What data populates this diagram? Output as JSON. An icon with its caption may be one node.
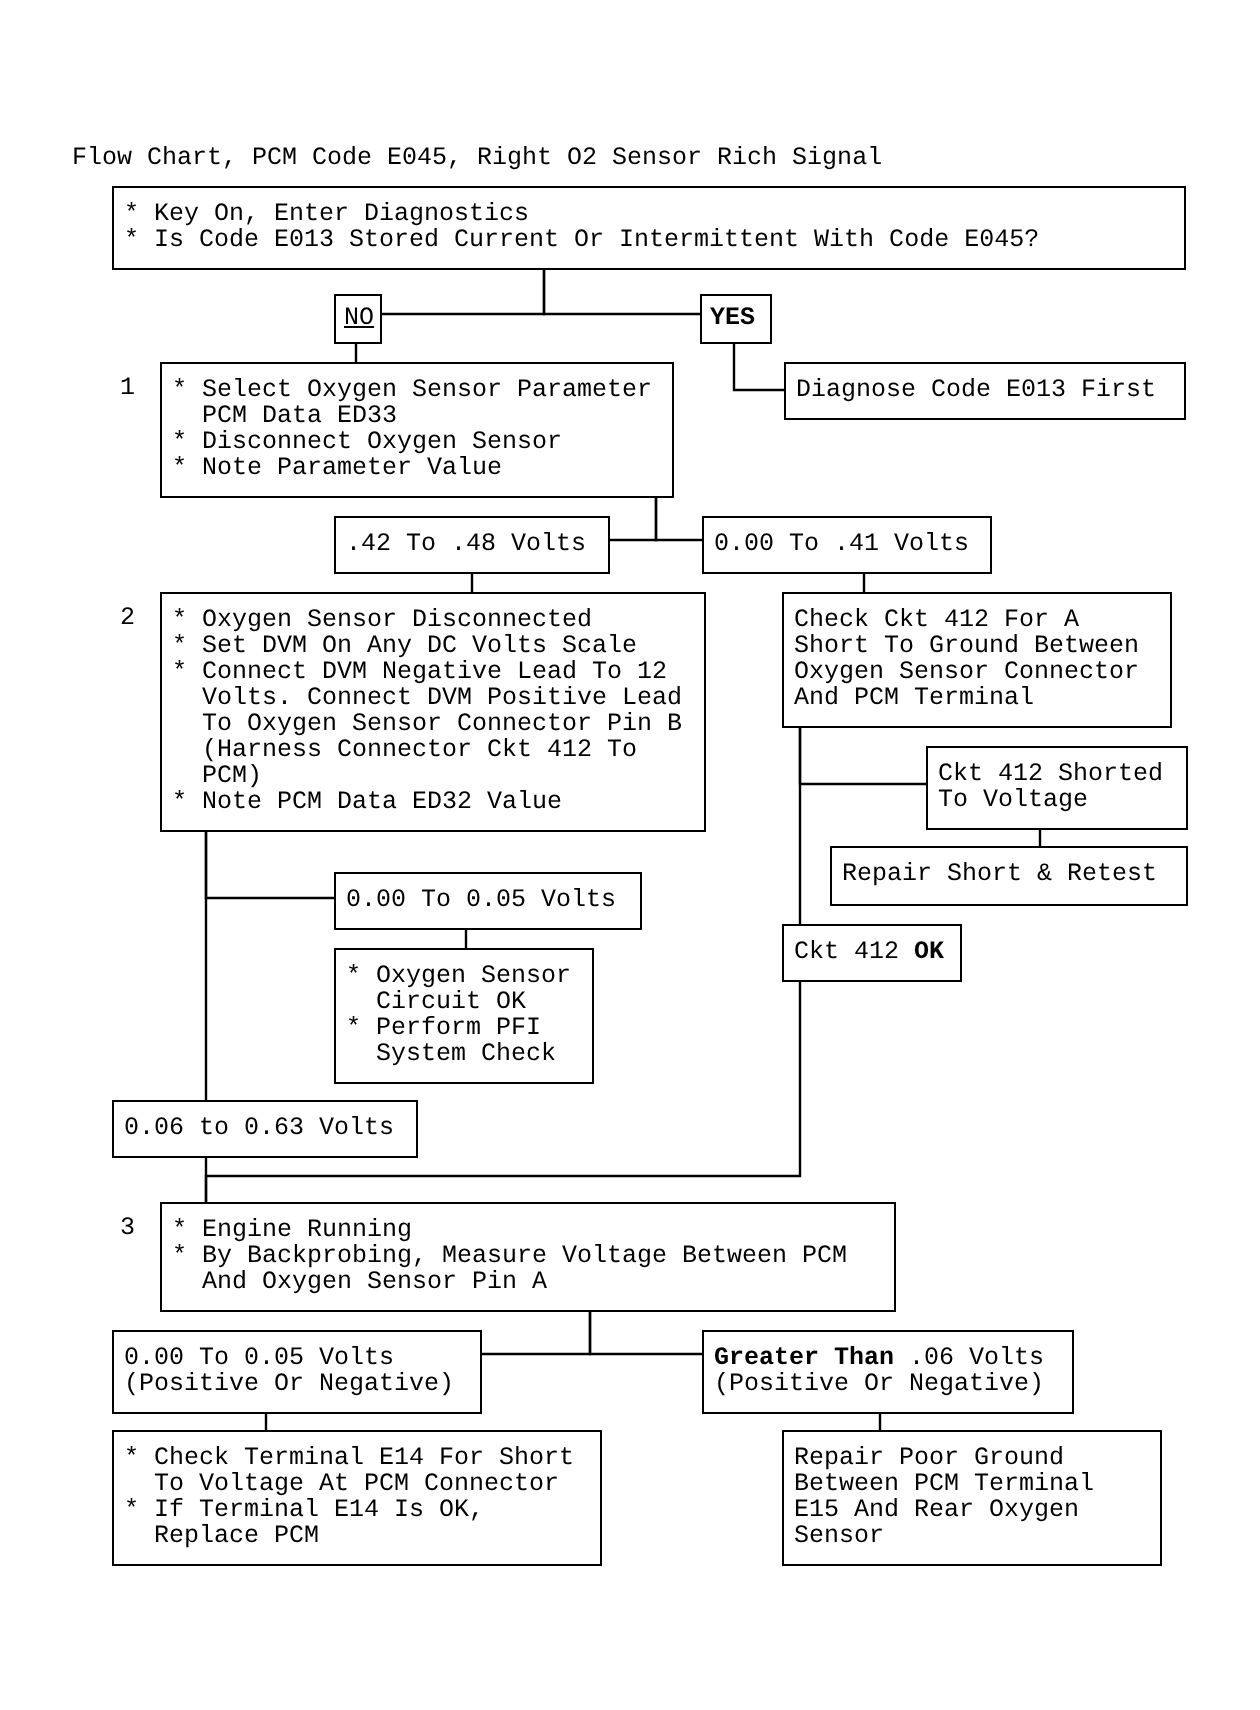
{
  "diagram": {
    "title": "Flow Chart, PCM Code E045, Right O2 Sensor Rich Signal",
    "nodes": [
      {
        "text": [
          "* Key On, Enter Diagnostics",
          "* Is Code E013 Stored Current Or Intermittent With Code E045?"
        ]
      },
      {
        "text": [
          "NO"
        ]
      },
      {
        "text": [
          "YES"
        ]
      },
      {
        "text": [
          "* Select Oxygen Sensor Parameter PCM Data ED33",
          "* Disconnect Oxygen Sensor",
          "* Note Parameter Value"
        ],
        "beside": [
          "1"
        ]
      },
      {
        "text": [
          "Diagnose Code E013 First"
        ]
      },
      {
        "text": [
          ".42 To .48 Volts"
        ]
      },
      {
        "text": [
          "0.00 To .41 Volts"
        ]
      },
      {
        "text": [
          "* Oxygen Sensor Disconnected",
          "* Set DVM On Any DC Volts Scale",
          "* Connect DVM Negative Lead To 12 Volts. Connect DVM Positive Lead To Oxygen Sensor Connector Pin B (Harness Connector Ckt 412 To PCM)",
          "* Note PCM Data ED32 Value"
        ],
        "beside": [
          "2"
        ]
      },
      {
        "text": [
          "Check Ckt 412 For A Short To Ground Between Oxygen Sensor Connector And PCM Terminal"
        ]
      },
      {
        "text": [
          "Ckt 412 Shorted To Voltage"
        ]
      },
      {
        "text": [
          "Repair Short & Retest"
        ]
      },
      {
        "text": [
          "0.00 To 0.05 Volts"
        ]
      },
      {
        "text": [
          "* Oxygen Sensor Circuit OK",
          "* Perform PFI System Check"
        ]
      },
      {
        "text": [
          "Ckt 412 **OK**"
        ]
      },
      {
        "text": [
          "0.06 to 0.63 Volts"
        ]
      },
      {
        "text": [
          "* Engine Running",
          "* By Backprobing, Measure Voltage Between PCM And Oxygen Sensor Pin A"
        ],
        "beside": [
          "3"
        ]
      },
      {
        "text": [
          "0.00 To 0.05 Volts (Positive Or Negative)"
        ]
      },
      {
        "text": [
          "**Greater Than** .06 Volts (Positive Or Negative)"
        ]
      },
      {
        "text": [
          "* Check Terminal E14 For Short To Voltage At PCM Connector",
          "* If Terminal E14 Is OK, Replace PCM"
        ]
      },
      {
        "text": [
          "Repair Poor Ground Between PCM Terminal E15 And Rear Oxygen Sensor"
        ]
      }
    ],
    "edges": [
      {
        "from": 0,
        "to": 1,
        "arrow": "none"
      },
      {
        "from": 0,
        "to": 2,
        "arrow": "none"
      },
      {
        "from": 1,
        "to": 3,
        "arrow": "none"
      },
      {
        "from": 2,
        "to": 4,
        "arrow": "none"
      },
      {
        "from": 3,
        "to": 5,
        "arrow": "none"
      },
      {
        "from": 3,
        "to": 6,
        "arrow": "none"
      },
      {
        "from": 5,
        "to": 7,
        "arrow": "none"
      },
      {
        "from": 6,
        "to": 8,
        "arrow": "none"
      },
      {
        "from": 8,
        "to": 9,
        "arrow": "none"
      },
      {
        "from": 8,
        "to": 13,
        "arrow": "none"
      },
      {
        "from": 9,
        "to": 10,
        "arrow": "none"
      },
      {
        "from": 7,
        "to": 11,
        "arrow": "none"
      },
      {
        "from": 7,
        "to": 14,
        "arrow": "none"
      },
      {
        "from": 11,
        "to": 12,
        "arrow": "none"
      },
      {
        "from": 14,
        "to": 15,
        "arrow": "none"
      },
      {
        "from": 13,
        "to": 15,
        "arrow": "none"
      },
      {
        "from": 15,
        "to": 16,
        "arrow": "none"
      },
      {
        "from": 15,
        "to": 17,
        "arrow": "none"
      },
      {
        "from": 16,
        "to": 18,
        "arrow": "none"
      },
      {
        "from": 17,
        "to": 19,
        "arrow": "none"
      }
    ]
  }
}
